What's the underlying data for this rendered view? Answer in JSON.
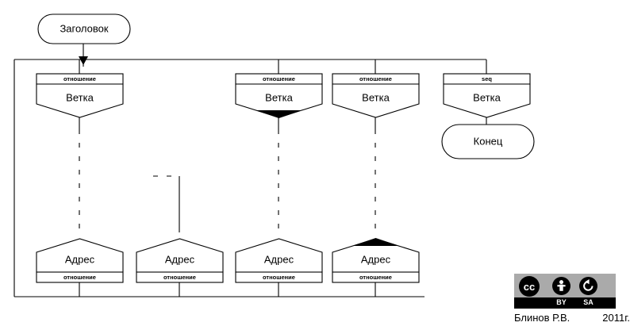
{
  "diagram": {
    "title_node": {
      "label": "Заголовок"
    },
    "end_node": {
      "label": "Конец"
    },
    "branch_nodes": [
      {
        "relation": "отношение",
        "label": "Ветка",
        "filled_marker": false
      },
      {
        "relation": "отношение",
        "label": "Ветка",
        "filled_marker": true
      },
      {
        "relation": "отношение",
        "label": "Ветка",
        "filled_marker": false
      },
      {
        "relation": "seq",
        "label": "Ветка",
        "filled_marker": false
      }
    ],
    "address_nodes": [
      {
        "label": "Адрес",
        "relation": "отношение",
        "filled_marker": false
      },
      {
        "label": "Адрес",
        "relation": "отношение",
        "filled_marker": false
      },
      {
        "label": "Адрес",
        "relation": "отношение",
        "filled_marker": false
      },
      {
        "label": "Адрес",
        "relation": "отношение",
        "filled_marker": true
      }
    ]
  },
  "license": {
    "cc_mark": "cc",
    "by_mark": "BY",
    "sa_mark": "SA",
    "author": "Блинов Р.В.",
    "year": "2011г."
  },
  "colors": {
    "stroke": "#000000",
    "fill": "#ffffff",
    "badge_top": "#aaaaaa",
    "badge_bottom": "#000000"
  }
}
